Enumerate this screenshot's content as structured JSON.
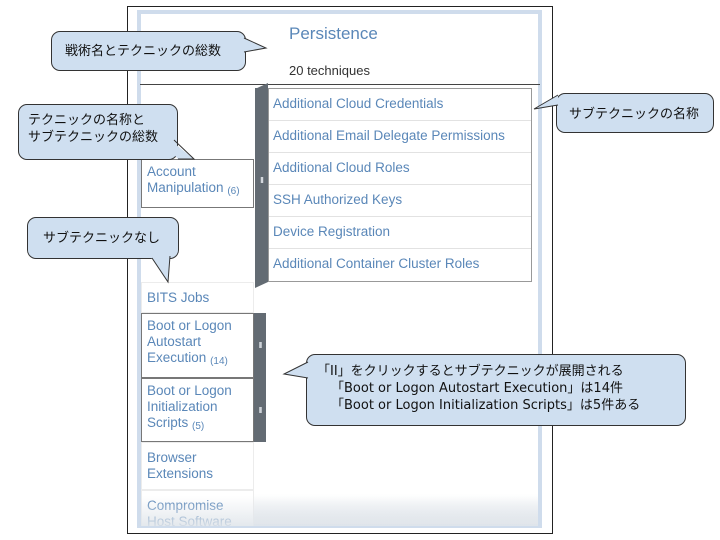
{
  "tactic": {
    "name": "Persistence",
    "technique_count": "20 techniques"
  },
  "techniques": [
    {
      "name": "Account Manipulation",
      "line1": "Account",
      "line2": "Manipulation",
      "sub_count": "(6)",
      "handle": "II"
    },
    {
      "name": "BITS Jobs",
      "line1": "BITS Jobs"
    },
    {
      "name": "Boot or Logon Autostart Execution",
      "line1": "Boot or Logon",
      "line2": "Autostart",
      "line3": "Execution",
      "sub_count": "(14)",
      "handle": "II"
    },
    {
      "name": "Boot or Logon Initialization Scripts",
      "line1": "Boot or Logon",
      "line2": "Initialization",
      "line3": "Scripts",
      "sub_count": "(5)",
      "handle": "II"
    },
    {
      "name": "Browser Extensions",
      "line1": "Browser",
      "line2": "Extensions"
    },
    {
      "name": "Compromise Host Software",
      "line1": "Compromise",
      "line2": "Host Software"
    }
  ],
  "subtechniques": [
    "Additional Cloud Credentials",
    "Additional Email Delegate Permissions",
    "Additional Cloud Roles",
    "SSH Authorized Keys",
    "Device Registration",
    "Additional Container Cluster Roles"
  ],
  "subtechnique_handle": "II",
  "callouts": {
    "tactic": "戦術名とテクニックの総数",
    "technique_line1": "テクニックの名称と",
    "technique_line2": "サブテクニックの総数",
    "subtechnique": "サブテクニックの名称",
    "no_sub": "サブテクニックなし",
    "expand_line1": "「II」をクリックするとサブテクニックが展開される",
    "expand_line2": "「Boot or Logon Autostart Execution」は14件",
    "expand_line3": "「Boot or Logon Initialization Scripts」は5件ある"
  }
}
